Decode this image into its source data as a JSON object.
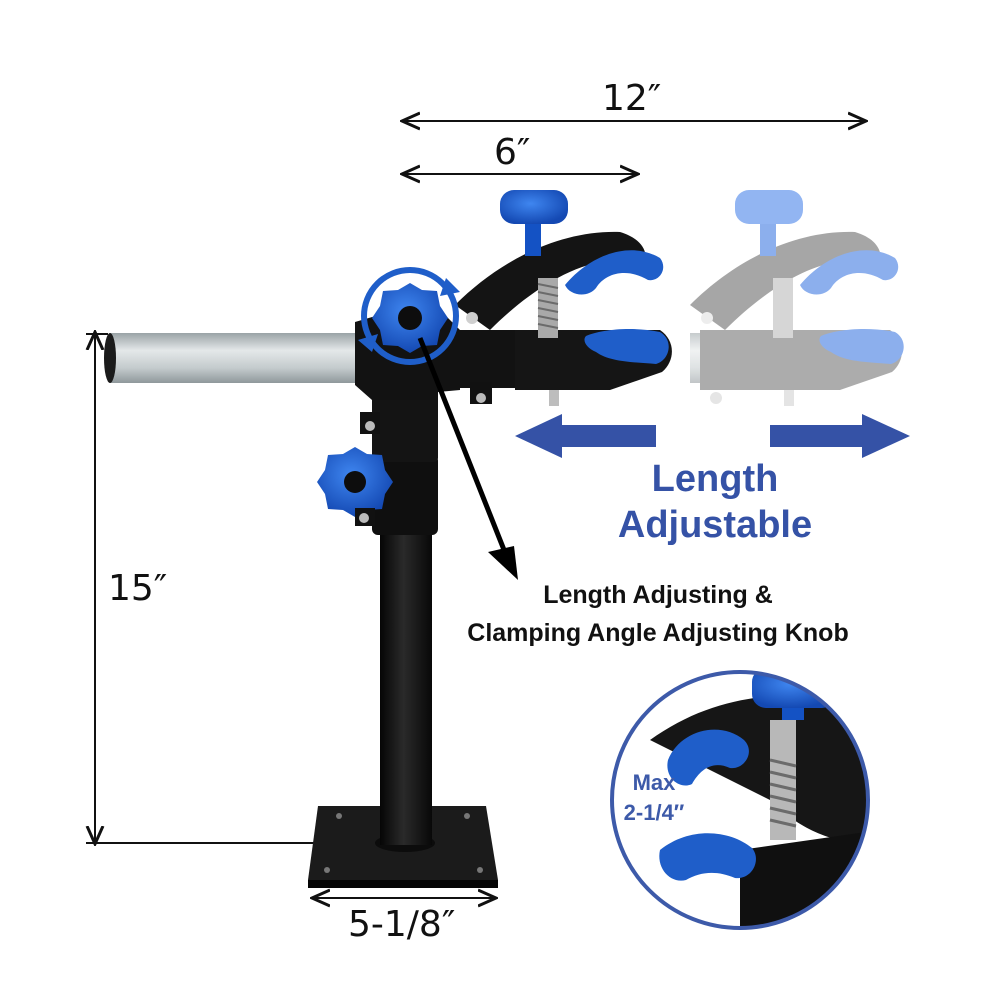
{
  "dimensions": {
    "width_12": "12″",
    "width_6": "6″",
    "height_15": "15″",
    "base_width": "5-1/8″"
  },
  "feature": {
    "line1": "Length",
    "line2": "Adjustable"
  },
  "callout": {
    "line1": "Length Adjusting &",
    "line2": "Clamping Angle Adjusting Knob"
  },
  "inset": {
    "line1": "Max",
    "line2": "2-1/4″"
  },
  "colors": {
    "accent_blue": "#3552a6",
    "knob_blue": "#1f63d6",
    "metal_black": "#141414",
    "tube_silver": "#c9ced0"
  }
}
